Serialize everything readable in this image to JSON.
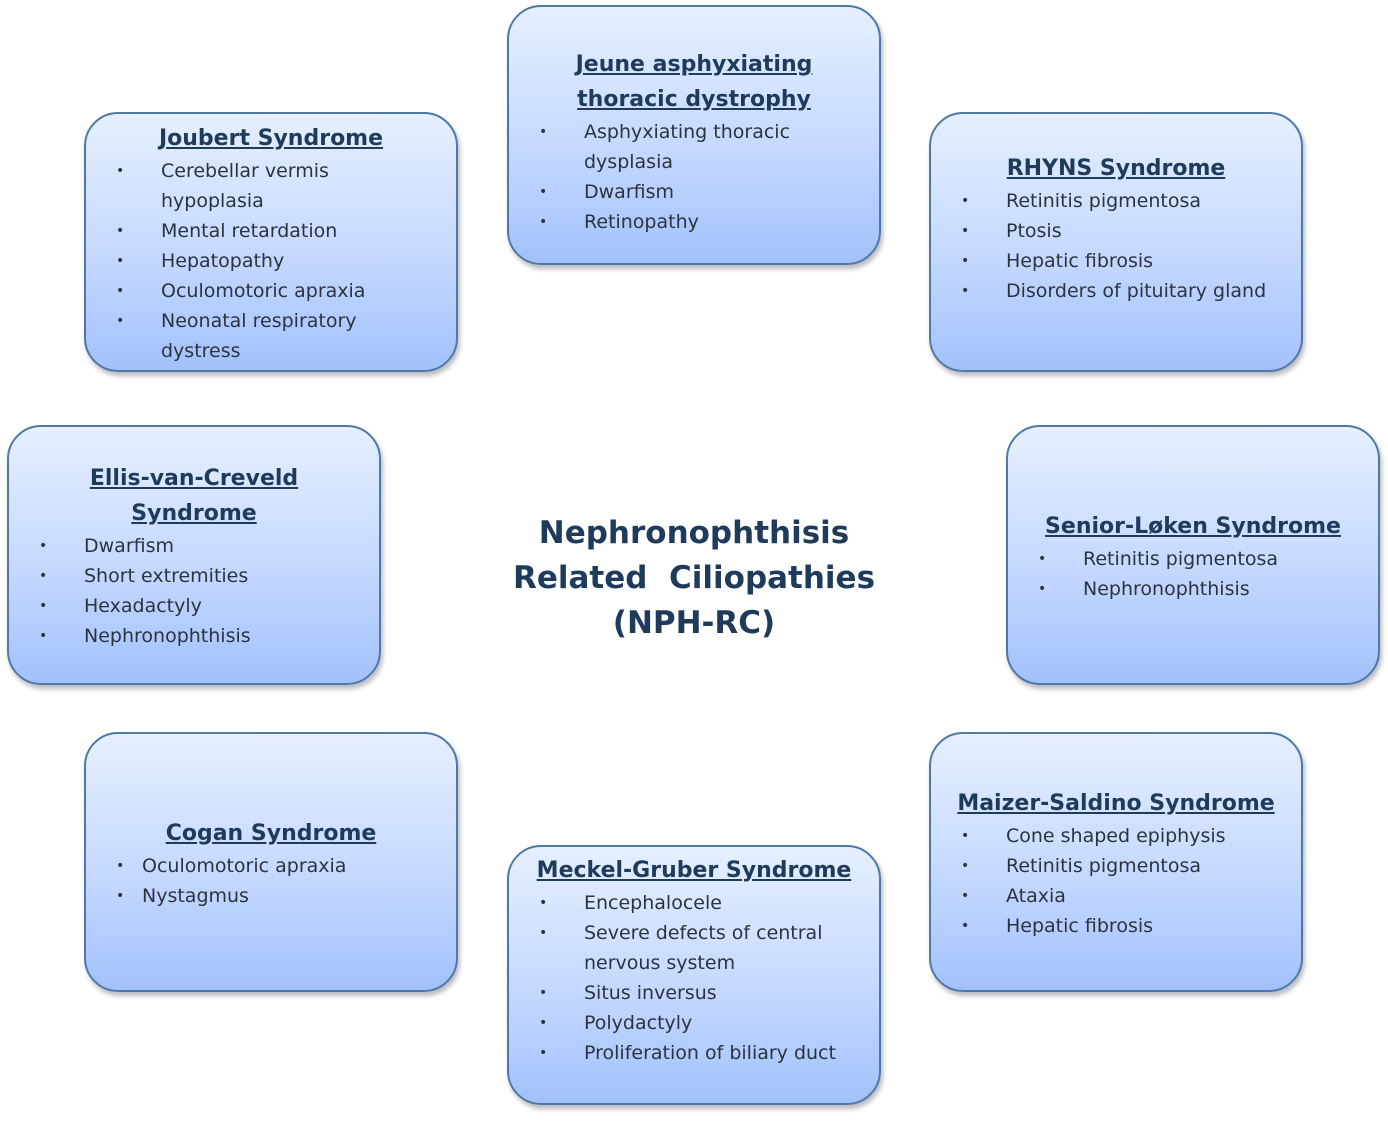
{
  "center": {
    "line1": "Nephronophthisis",
    "line2": "Related  Ciliopathies",
    "line3": "(NPH-RC)"
  },
  "boxes": {
    "jeune": {
      "title": "Jeune asphyxiating thoracic dystrophy",
      "items": [
        "Asphyxiating thoracic dysplasia",
        "Dwarfism",
        "Retinopathy"
      ]
    },
    "joubert": {
      "title": "Joubert Syndrome",
      "items": [
        "Cerebellar vermis hypoplasia",
        "Mental retardation",
        "Hepatopathy",
        "Oculomotoric apraxia",
        "Neonatal respiratory dystress"
      ]
    },
    "rhyns": {
      "title": "RHYNS Syndrome",
      "items": [
        "Retinitis pigmentosa",
        "Ptosis",
        "Hepatic fibrosis",
        "Disorders of pituitary gland"
      ]
    },
    "ellis": {
      "title": "Ellis-van-Creveld Syndrome",
      "items": [
        "Dwarfism",
        "Short extremities",
        "Hexadactyly",
        "Nephronophthisis"
      ]
    },
    "senior": {
      "title": "Senior-Løken Syndrome",
      "items": [
        "Retinitis pigmentosa",
        "Nephronophthisis"
      ]
    },
    "cogan": {
      "title": "Cogan Syndrome",
      "items": [
        "Oculomotoric apraxia",
        "Nystagmus"
      ]
    },
    "maizer": {
      "title": "Maizer-Saldino Syndrome",
      "items": [
        "Cone shaped epiphysis",
        "Retinitis pigmentosa",
        "Ataxia",
        "Hepatic fibrosis"
      ]
    },
    "meckel": {
      "title": "Meckel-Gruber Syndrome",
      "items": [
        "Encephalocele",
        "Severe defects of central nervous system",
        "Situs inversus",
        "Polydactyly",
        "Proliferation of biliary duct"
      ]
    }
  },
  "bullet_char": "•"
}
